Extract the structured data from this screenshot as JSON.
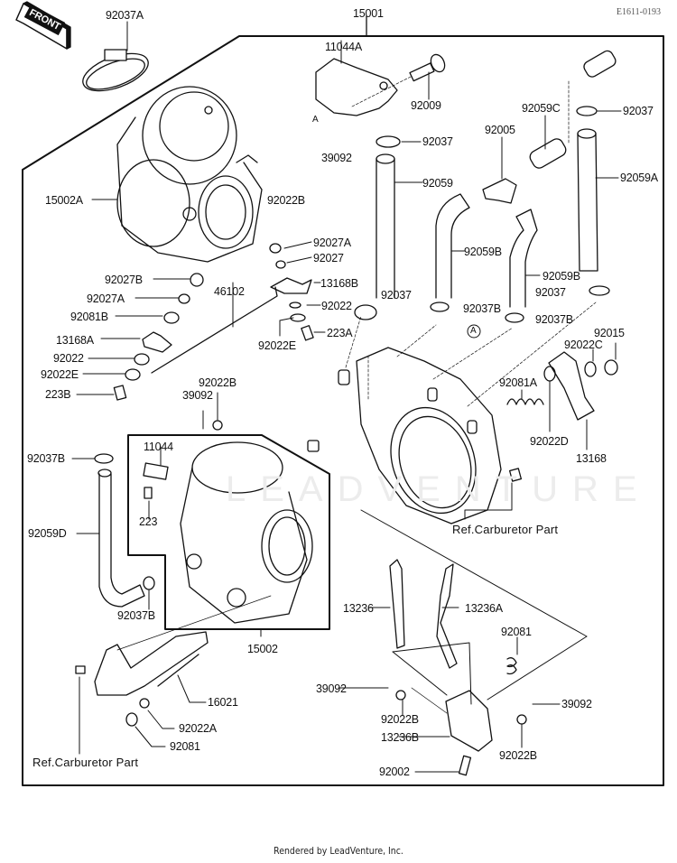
{
  "header": {
    "front_badge": "FRONT",
    "diagram_code": "E1611-0193"
  },
  "watermark": "LEADVENTURE",
  "footer": "Rendered by LeadVenture, Inc.",
  "assembly_labels": {
    "main_assembly": "15001",
    "carburetor_assembly": "15002",
    "carburetor_body": "15002A"
  },
  "callout_letter": "A",
  "parts": [
    {
      "id": "p01",
      "number": "92037A"
    },
    {
      "id": "p02",
      "number": "11044A"
    },
    {
      "id": "p03",
      "number": "92009"
    },
    {
      "id": "p04",
      "number": "92059C"
    },
    {
      "id": "p05",
      "number": "92037"
    },
    {
      "id": "p06",
      "number": "92005"
    },
    {
      "id": "p07",
      "number": "92037"
    },
    {
      "id": "p08",
      "number": "39092"
    },
    {
      "id": "p09",
      "number": "92022B"
    },
    {
      "id": "p10",
      "number": "92059"
    },
    {
      "id": "p11",
      "number": "92059A"
    },
    {
      "id": "p12",
      "number": "92027A"
    },
    {
      "id": "p13",
      "number": "92027"
    },
    {
      "id": "p14",
      "number": "92059B"
    },
    {
      "id": "p15",
      "number": "92059B"
    },
    {
      "id": "p16",
      "number": "92027B"
    },
    {
      "id": "p17",
      "number": "46102"
    },
    {
      "id": "p18",
      "number": "13168B"
    },
    {
      "id": "p19",
      "number": "92037"
    },
    {
      "id": "p20",
      "number": "92037"
    },
    {
      "id": "p21",
      "number": "92027A"
    },
    {
      "id": "p22",
      "number": "92022"
    },
    {
      "id": "p23",
      "number": "92037B"
    },
    {
      "id": "p24",
      "number": "92037B"
    },
    {
      "id": "p25",
      "number": "92081B"
    },
    {
      "id": "p26",
      "number": "92022E"
    },
    {
      "id": "p27",
      "number": "223A"
    },
    {
      "id": "p28",
      "number": "13168A"
    },
    {
      "id": "p29",
      "number": "92022"
    },
    {
      "id": "p30",
      "number": "92022C"
    },
    {
      "id": "p31",
      "number": "92015"
    },
    {
      "id": "p32",
      "number": "92022E"
    },
    {
      "id": "p33",
      "number": "223B"
    },
    {
      "id": "p34",
      "number": "92022B"
    },
    {
      "id": "p35",
      "number": "39092"
    },
    {
      "id": "p36",
      "number": "92081A"
    },
    {
      "id": "p37",
      "number": "92022D"
    },
    {
      "id": "p38",
      "number": "13168"
    },
    {
      "id": "p39",
      "number": "92037B"
    },
    {
      "id": "p40",
      "number": "11044"
    },
    {
      "id": "p41",
      "number": "223"
    },
    {
      "id": "p42",
      "number": "92059D"
    },
    {
      "id": "p43",
      "number": "92037B"
    },
    {
      "id": "p44",
      "number": "13236"
    },
    {
      "id": "p45",
      "number": "13236A"
    },
    {
      "id": "p46",
      "number": "92081"
    },
    {
      "id": "p47",
      "number": "16021"
    },
    {
      "id": "p48",
      "number": "92022A"
    },
    {
      "id": "p49",
      "number": "92081"
    },
    {
      "id": "p50",
      "number": "39092"
    },
    {
      "id": "p51",
      "number": "39092"
    },
    {
      "id": "p52",
      "number": "92022B"
    },
    {
      "id": "p53",
      "number": "92022B"
    },
    {
      "id": "p54",
      "number": "13236B"
    },
    {
      "id": "p55",
      "number": "92002"
    }
  ],
  "references": [
    {
      "id": "r1",
      "text": "Ref.Carburetor Part"
    },
    {
      "id": "r2",
      "text": "Ref.Carburetor Part"
    }
  ]
}
